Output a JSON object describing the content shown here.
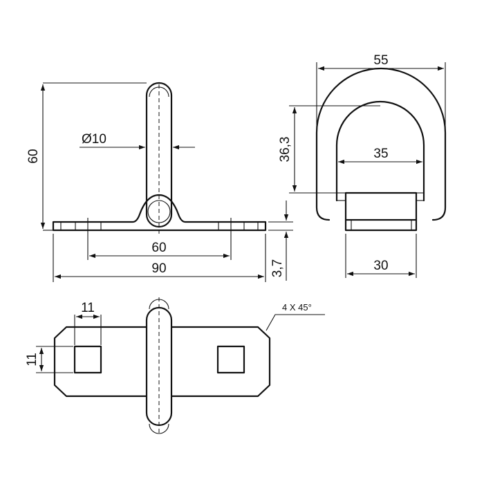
{
  "dimensions": {
    "height_60": "60",
    "diameter": "Ø10",
    "base_hole_spacing": "60",
    "base_length": "90",
    "thickness": "3,7",
    "ring_width": "55",
    "ring_height": "36,3",
    "ring_inner": "35",
    "bracket_width": "30",
    "hole_width": "11",
    "hole_height": "11",
    "chamfer_note": "4 X 45°"
  }
}
